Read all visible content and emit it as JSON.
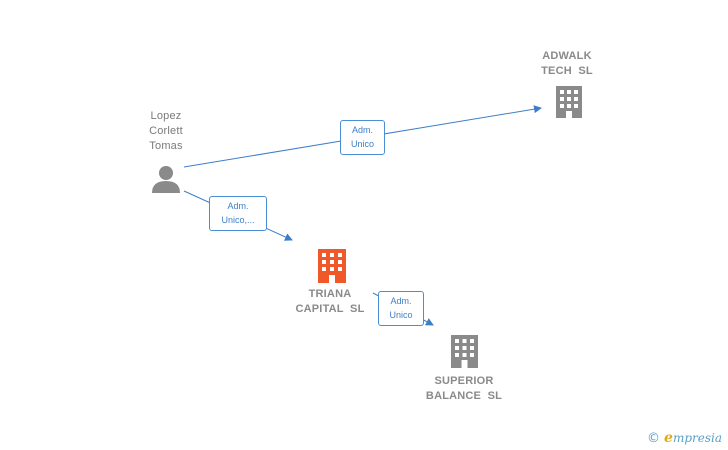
{
  "nodes": {
    "person": {
      "lines": [
        "Lopez",
        "Corlett",
        "Tomas"
      ]
    },
    "adwalk": {
      "lines": [
        "ADWALK",
        "TECH  SL"
      ]
    },
    "triana": {
      "lines": [
        "TRIANA",
        "CAPITAL  SL"
      ]
    },
    "superior": {
      "lines": [
        "SUPERIOR",
        "BALANCE  SL"
      ]
    }
  },
  "edges": {
    "person_adwalk": {
      "lines": [
        "Adm.",
        "Unico"
      ]
    },
    "person_triana": {
      "lines": [
        "Adm.",
        "Unico,..."
      ]
    },
    "triana_superior": {
      "lines": [
        "Adm.",
        "Unico"
      ]
    }
  },
  "colors": {
    "edge": "#3d7fc7",
    "building": "#8a8a8a",
    "building_focus": "#f0582a",
    "person": "#8a8a8a"
  },
  "icons": {
    "person": "person-icon",
    "company": "building-icon"
  },
  "brand": {
    "copyright": "©",
    "first_letter": "e",
    "rest": "mpresia"
  }
}
